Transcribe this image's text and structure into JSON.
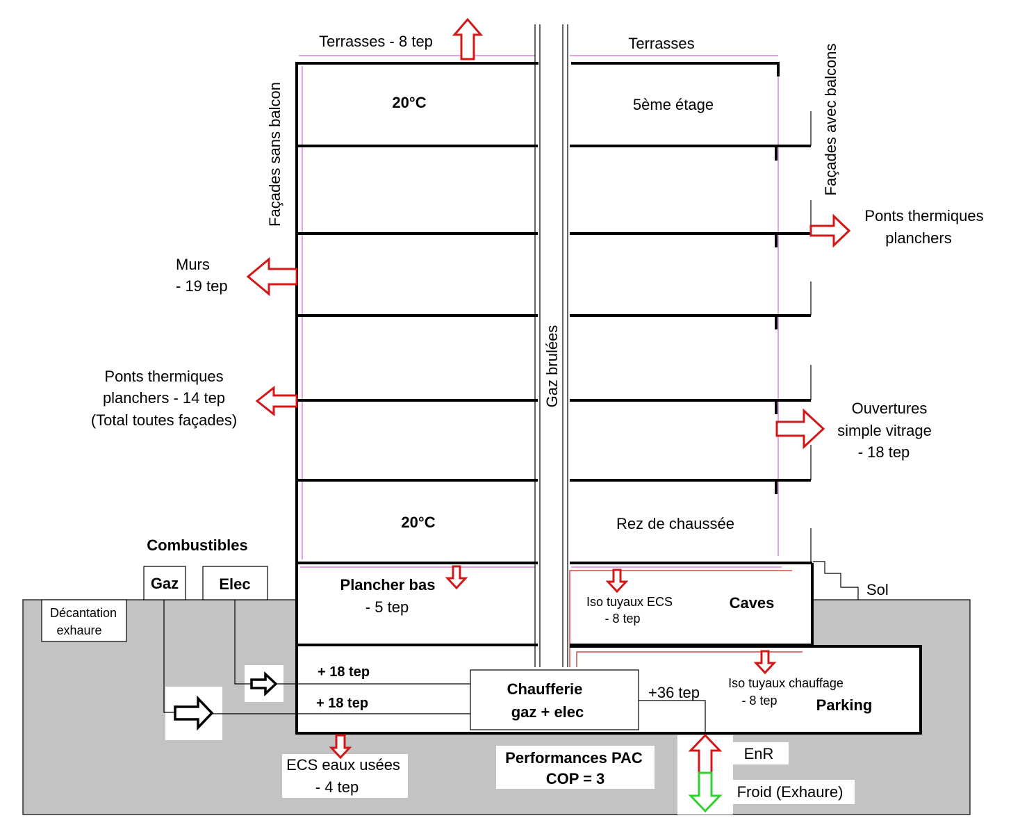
{
  "roof": {
    "left_label": "Terrasses - 8 tep",
    "right_label": "Terrasses"
  },
  "floors": {
    "top_temp": "20°C",
    "top_name": "5ème étage",
    "ground_temp": "20°C",
    "ground_name": "Rez de chaussée"
  },
  "facades": {
    "left": "Façades sans balcon",
    "right": "Façades avec balcons"
  },
  "chimney": "Gaz brulées",
  "losses": {
    "murs": [
      "Murs",
      "- 19 tep"
    ],
    "ponts_left": [
      "Ponts thermiques",
      "planchers - 14 tep",
      "(Total toutes façades)"
    ],
    "ponts_right": [
      "Ponts thermiques",
      "planchers"
    ],
    "ouvertures": [
      "Ouvertures",
      "simple vitrage",
      "- 18 tep"
    ],
    "plancher_bas": [
      "Plancher bas",
      "- 5 tep"
    ],
    "iso_ecs": [
      "Iso tuyaux ECS",
      "- 8 tep"
    ],
    "iso_chauffage": [
      "Iso tuyaux chauffage",
      "- 8 tep"
    ],
    "ecs_eaux": [
      "ECS eaux usées",
      "- 4 tep"
    ]
  },
  "basement": {
    "caves": "Caves",
    "parking": "Parking",
    "sol": "Sol",
    "decantation": [
      "Décantation",
      "exhaure"
    ]
  },
  "fuels": {
    "title": "Combustibles",
    "gaz": "Gaz",
    "elec": "Elec",
    "elec_input": "+ 18 tep",
    "gaz_input": "+ 18 tep"
  },
  "boiler": {
    "label": [
      "Chaufferie",
      "gaz + elec"
    ],
    "output": "+36 tep"
  },
  "pac": {
    "label": [
      "Performances PAC",
      "COP = 3"
    ],
    "enr": "EnR",
    "froid": "Froid (Exhaure)"
  },
  "colors": {
    "loss_arrow": "#d01818",
    "cold_arrow": "#30d030",
    "ground": "#c3c3c3",
    "insulation": "#d040d0"
  }
}
